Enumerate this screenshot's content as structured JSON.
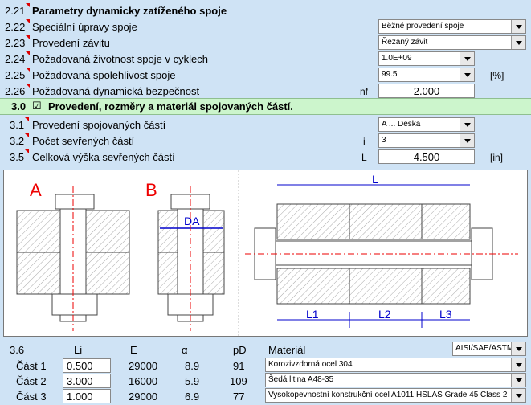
{
  "rows": [
    {
      "num": "2.21",
      "label": "Parametry dynamicky zatíženého spoje"
    },
    {
      "num": "2.22",
      "label": "Speciální úpravy spoje",
      "select": "Běžné provedení spoje"
    },
    {
      "num": "2.23",
      "label": "Provedení závitu",
      "select": "Řezaný závit"
    },
    {
      "num": "2.24",
      "label": "Požadovaná životnost spoje v cyklech",
      "select": "1.0E+09"
    },
    {
      "num": "2.25",
      "label": "Požadovaná spolehlivost spoje",
      "select": "99.5",
      "unit": "[%]"
    },
    {
      "num": "2.26",
      "label": "Požadovaná dynamická bezpečnost",
      "symbol": "nf",
      "value": "2.000"
    }
  ],
  "section30": {
    "num": "3.0",
    "checkbox": "☑",
    "label": "Provedení, rozměry a materiál spojovaných částí."
  },
  "rows3": [
    {
      "num": "3.1",
      "label": "Provedení spojovaných částí",
      "select": "A ... Deska"
    },
    {
      "num": "3.2",
      "label": "Počet sevřených částí",
      "symbol": "i",
      "select": "3"
    },
    {
      "num": "3.5",
      "label": "Celková výška sevřených částí",
      "symbol": "L",
      "value": "4.500",
      "unit": "[in]"
    }
  ],
  "diagram": {
    "labelA": "A",
    "labelB": "B",
    "labelDA": "DA",
    "labelL": "L",
    "labelL1": "L1",
    "labelL2": "L2",
    "labelL3": "L3"
  },
  "materials": {
    "num": "3.6",
    "headers": {
      "li": "Li",
      "e": "E",
      "alpha": "α",
      "pd": "pD",
      "material": "Materiál"
    },
    "standard": "AISI/SAE/ASTM",
    "parts": [
      {
        "name": "Část 1",
        "li": "0.500",
        "e": "29000",
        "alpha": "8.9",
        "pd": "91",
        "material": "Korozivzdorná ocel 304"
      },
      {
        "name": "Část 2",
        "li": "3.000",
        "e": "16000",
        "alpha": "5.9",
        "pd": "109",
        "material": "Šedá litina A48-35"
      },
      {
        "name": "Část 3",
        "li": "1.000",
        "e": "29000",
        "alpha": "6.9",
        "pd": "77",
        "material": "Vysokopevnostní konstrukční ocel A1011 HSLAS Grade 45 Class 2"
      }
    ]
  }
}
